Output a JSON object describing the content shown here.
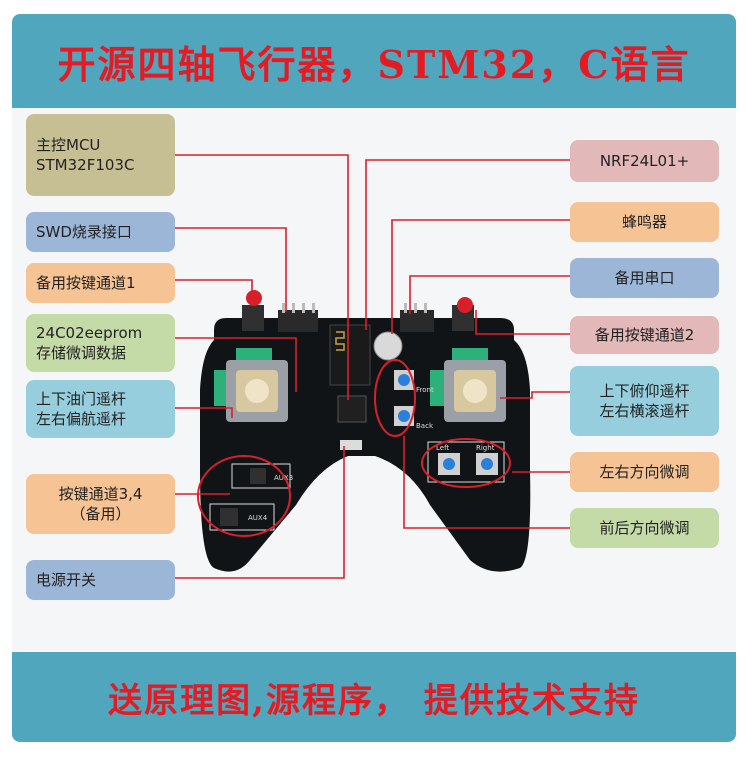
{
  "title": "开源四轴飞行器，STM32，C语言",
  "footer": "送原理图,源程序， 提供技术支持",
  "labels": {
    "mcu_line1": "主控MCU",
    "mcu_line2": "STM32F103C",
    "swd": "SWD烧录接口",
    "key1": "备用按键通道1",
    "eeprom_line1": "24C02eeprom",
    "eeprom_line2": "存储微调数据",
    "left_stick_line1": "上下油门遥杆",
    "left_stick_line2": "左右偏航遥杆",
    "key34_line1": "按键通道3,4",
    "key34_line2": "（备用）",
    "power": "电源开关",
    "nrf": "NRF24L01+",
    "buzzer": "蜂鸣器",
    "uart": "备用串口",
    "key2": "备用按键通道2",
    "right_stick_line1": "上下俯仰遥杆",
    "right_stick_line2": "左右横滚遥杆",
    "lr_trim": "左右方向微调",
    "fb_trim": "前后方向微调"
  },
  "board_silk": {
    "aux3": "AUX3",
    "aux4": "AUX4",
    "left": "Left",
    "right": "Right",
    "front": "Front",
    "back": "Back"
  },
  "colors": {
    "banner": "#4fa6bd",
    "title_text": "#e41b23",
    "pcb": "#111417",
    "leader_line": "#d8202a"
  }
}
